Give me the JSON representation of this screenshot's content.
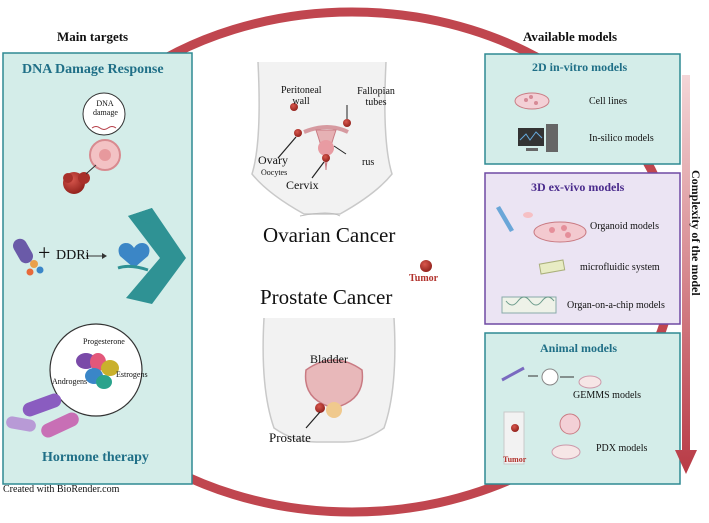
{
  "headers": {
    "main_targets": "Main targets",
    "available_models": "Available models"
  },
  "left_panel": {
    "title_top": "DNA Damage Response",
    "dna_damage_label": "DNA damage",
    "ddri_label": "DDRi",
    "plus": "+",
    "hormones": [
      "Progesterone",
      "Androgens",
      "Estrogens"
    ],
    "title_bottom": "Hormone therapy"
  },
  "center": {
    "ovarian": {
      "title": "Ovarian Cancer",
      "labels": {
        "peritoneal": "Peritoneal wall",
        "fallopian": "Fallopian tubes",
        "ovary": "Ovary",
        "oocytes": "Oocytes",
        "cervix": "Cervix",
        "uterus": "rus"
      }
    },
    "prostate": {
      "title": "Prostate Cancer",
      "labels": {
        "bladder": "Bladder",
        "prostate": "Prostate"
      }
    },
    "tumor_legend": "Tumor"
  },
  "right_panel": {
    "in_vitro": {
      "title": "2D in-vitro models",
      "items": [
        "Cell lines",
        "In-silico models"
      ]
    },
    "ex_vivo": {
      "title": "3D ex-vivo models",
      "items": [
        "Organoid models",
        "microfluidic system",
        "Organ-on-a-chip models"
      ]
    },
    "animal": {
      "title": "Animal models",
      "items": [
        "GEMMS models",
        "PDX models"
      ],
      "tumor_label": "Tumor"
    },
    "complexity_label": "Complexity of the model"
  },
  "footer": {
    "credit": "Created with BioRender.com"
  },
  "colors": {
    "ring": "#c0464f",
    "teal_panel": "#d4ede9",
    "teal_border": "#2f8a93",
    "purple_panel": "#ebe4f3",
    "purple_border": "#6f4aa3",
    "tumor": "#b1322c"
  }
}
